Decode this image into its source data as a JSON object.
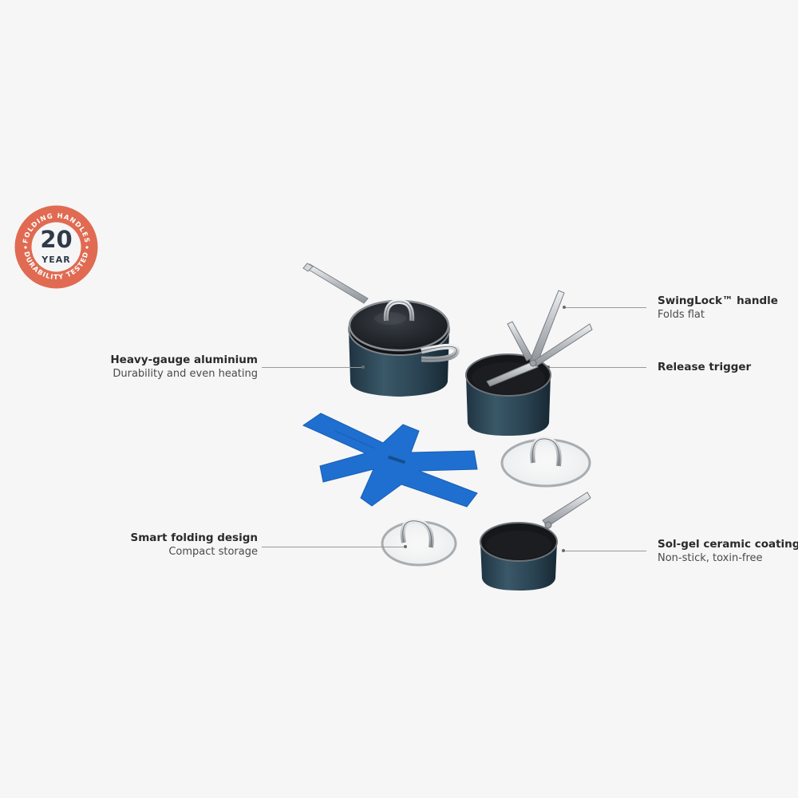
{
  "badge": {
    "number": "20",
    "unit": "YEAR",
    "arc_top": "FOLDING HANDLES",
    "arc_bottom": "DURABILITY TESTED",
    "color": "#e06b52"
  },
  "callouts": {
    "heavy_gauge": {
      "title": "Heavy-gauge aluminium",
      "sub": "Durability and even heating"
    },
    "smart_folding": {
      "title": "Smart folding design",
      "sub": "Compact storage"
    },
    "swinglock": {
      "title": "SwingLock™ handle",
      "sub": "Folds flat"
    },
    "release": {
      "title": "Release trigger"
    },
    "solgel": {
      "title": "Sol-gel ceramic coating",
      "sub": "Non-stick, toxin-free"
    }
  },
  "colors": {
    "background": "#f6f6f6",
    "pan_body": "#2c4555",
    "pan_interior": "#1d1f22",
    "steel": "#c9cccf",
    "protector": "#1f6fd1"
  }
}
